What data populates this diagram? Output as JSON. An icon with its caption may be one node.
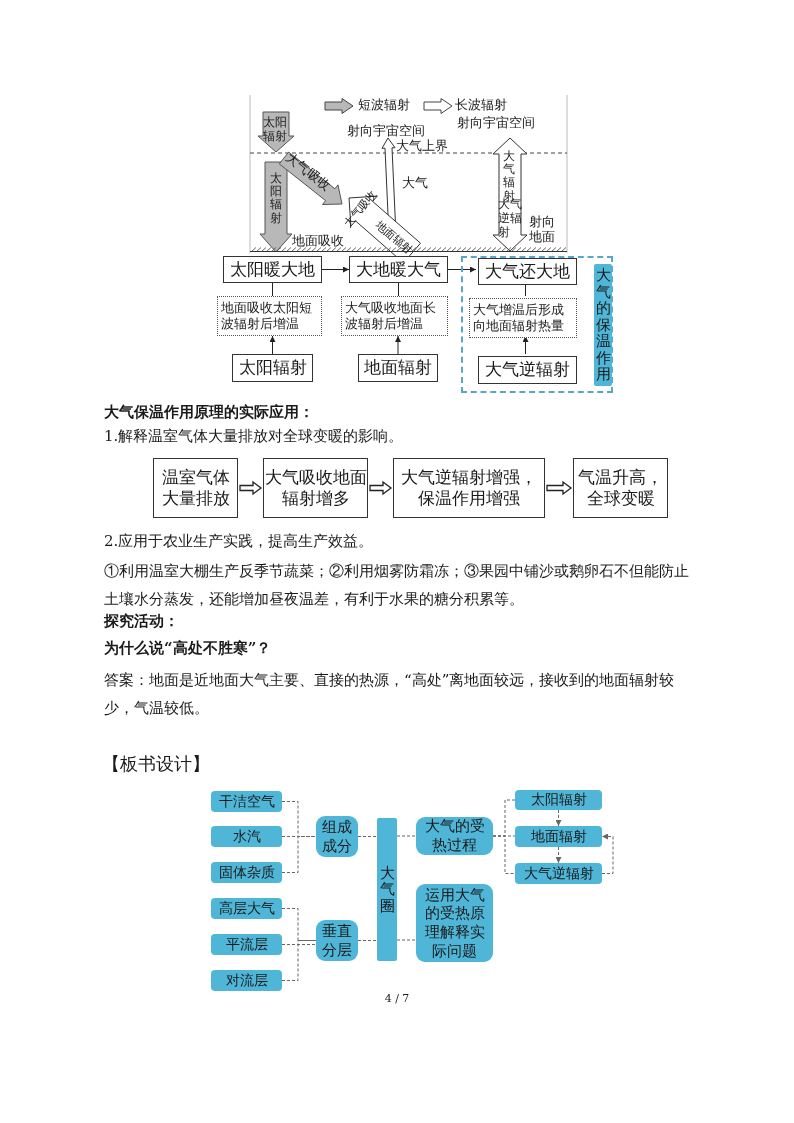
{
  "diagram": {
    "nodes": [
      {
        "text": [
          "太阳暖大地"
        ]
      },
      {
        "text": [
          "大地暖大气"
        ]
      },
      {
        "text": [],
        "shape": "box"
      },
      {
        "text": [
          "大气还大地"
        ],
        "in": 2
      },
      {
        "text": [
          "地面吸收太阳短波辐射后增温"
        ]
      },
      {
        "text": [
          "大气吸收地面长波辐射后增温"
        ]
      },
      {
        "text": [
          "大气增温后形成向地面辐射热量"
        ],
        "in": 2
      },
      {
        "text": [
          "太阳辐射"
        ]
      },
      {
        "text": [
          "地面辐射"
        ]
      },
      {
        "text": [
          "大气逆辐射"
        ],
        "in": 2
      },
      {
        "text": [
          "温室气体大量排放"
        ]
      },
      {
        "text": [
          "大气吸收地面辐射增多"
        ]
      },
      {
        "text": [
          "大气逆辐射增强，保温作用增强"
        ]
      },
      {
        "text": [
          "气温升高，全球变暖"
        ]
      },
      {
        "text": [
          "干洁空气"
        ]
      },
      {
        "text": [
          "水汽"
        ]
      },
      {
        "text": [
          "固体杂质"
        ]
      },
      {
        "text": [
          "组成成分"
        ]
      },
      {
        "text": [
          "大气圈"
        ]
      },
      {
        "text": [
          "大气的受热过程"
        ]
      },
      {
        "text": [
          "太阳辐射"
        ]
      },
      {
        "text": [
          "地面辐射"
        ]
      },
      {
        "text": [
          "大气逆辐射"
        ]
      },
      {
        "text": [
          "高层大气"
        ]
      },
      {
        "text": [
          "平流层"
        ]
      },
      {
        "text": [
          "对流层"
        ]
      },
      {
        "text": [
          "垂直分层"
        ]
      },
      {
        "text": [
          "运用大气的受热原理解释实际问题"
        ]
      },
      {
        "text": [
          "大气的保温作用"
        ],
        "in": 2
      }
    ],
    "edges": [
      {
        "from": 0,
        "to": 1,
        "arrow": "to"
      },
      {
        "from": 1,
        "to": 3,
        "arrow": "to"
      },
      {
        "from": 0,
        "to": 4,
        "arrow": "none"
      },
      {
        "from": 1,
        "to": 5,
        "arrow": "none"
      },
      {
        "from": 3,
        "to": 6,
        "arrow": "none"
      },
      {
        "from": 7,
        "to": 4,
        "arrow": "to"
      },
      {
        "from": 8,
        "to": 5,
        "arrow": "to"
      },
      {
        "from": 9,
        "to": 6,
        "arrow": "to"
      },
      {
        "from": 10,
        "to": 11,
        "arrow": "to"
      },
      {
        "from": 11,
        "to": 12,
        "arrow": "to"
      },
      {
        "from": 12,
        "to": 13,
        "arrow": "to"
      },
      {
        "from": 14,
        "to": 17,
        "arrow": "none",
        "style": "dashed",
        "color": "#666666"
      },
      {
        "from": 15,
        "to": 17,
        "arrow": "none",
        "style": "dashed",
        "color": "#666666"
      },
      {
        "from": 16,
        "to": 17,
        "arrow": "none",
        "style": "dashed",
        "color": "#666666"
      },
      {
        "from": 17,
        "to": 18,
        "arrow": "none",
        "style": "dashed",
        "color": "#666666"
      },
      {
        "from": 18,
        "to": 19,
        "arrow": "none",
        "style": "dashed",
        "color": "#666666"
      },
      {
        "from": 19,
        "to": 20,
        "arrow": "none",
        "style": "dashed",
        "color": "#666666"
      },
      {
        "from": 19,
        "to": 21,
        "arrow": "none",
        "style": "dashed",
        "color": "#666666"
      },
      {
        "from": 19,
        "to": 22,
        "arrow": "none",
        "style": "dashed",
        "color": "#666666"
      },
      {
        "from": 20,
        "to": 21,
        "arrow": "to",
        "style": "dashed",
        "color": "#666666"
      },
      {
        "from": 21,
        "to": 22,
        "arrow": "to",
        "style": "dashed",
        "color": "#666666"
      },
      {
        "from": 22,
        "to": 21,
        "arrow": "to",
        "style": "dashed",
        "color": "#666666"
      },
      {
        "from": 23,
        "to": 26,
        "arrow": "none",
        "style": "dashed",
        "color": "#666666"
      },
      {
        "from": 24,
        "to": 26,
        "arrow": "none",
        "style": "dashed",
        "color": "#666666"
      },
      {
        "from": 25,
        "to": 26,
        "arrow": "none",
        "style": "dashed",
        "color": "#666666"
      },
      {
        "from": 26,
        "to": 18,
        "arrow": "none",
        "style": "dashed",
        "color": "#666666"
      },
      {
        "from": 18,
        "to": 27,
        "arrow": "none",
        "style": "dashed",
        "color": "#666666"
      }
    ],
    "labels": [
      "太阳辐射",
      "射向宇宙空间",
      "射向宇宙空间",
      "大气上界",
      "大气吸收",
      "太阳辐射",
      "大气",
      "大气吸收",
      "地面辐射",
      "大气辐射",
      "大气逆辐射",
      "射向地面",
      "地面吸收",
      "大气保温作用原理的实际应用：",
      "1.解释温室气体大量排放对全球变暖的影响。",
      "2.应用于农业生产实践，提高生产效益。",
      "①利用温室大棚生产反季节蔬菜；②利用烟雾防霜冻；③果园中铺沙或鹅卵石不但能防止土壤水分蒸发，还能增加昼夜温差，有利于水果的糖分积累等。",
      "探究活动：",
      "为什么说“高处不胜寒”？",
      "答案：地面是近地面大气主要、直接的热源，“高处”离地面较远，接收到的地面辐射较少，气温较低。",
      "【板书设计】",
      "4 / 7"
    ],
    "legend": [
      {
        "text": "短波辐射"
      },
      {
        "text": "长波辐射"
      }
    ]
  }
}
